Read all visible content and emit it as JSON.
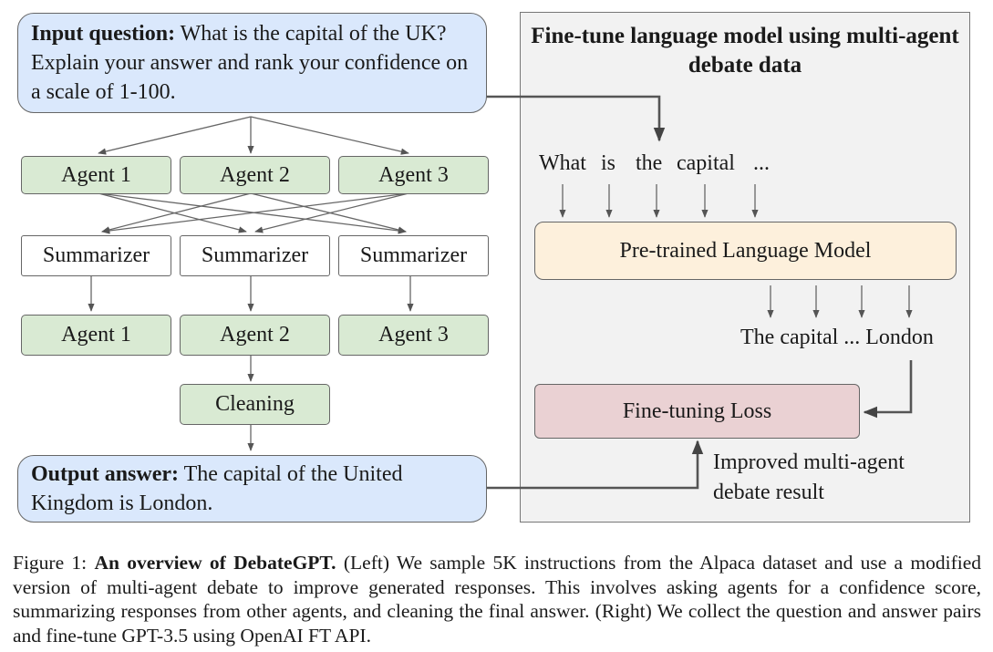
{
  "left": {
    "input_bold": "Input question:",
    "input_text": " What is the capital of the UK? Explain your answer and rank your confidence on a scale of 1-100.",
    "agents_row1": [
      "Agent 1",
      "Agent 2",
      "Agent 3"
    ],
    "summarizers": [
      "Summarizer",
      "Summarizer",
      "Summarizer"
    ],
    "agents_row2": [
      "Agent 1",
      "Agent 2",
      "Agent 3"
    ],
    "cleaning": "Cleaning",
    "output_bold": "Output answer:",
    "output_text": " The capital of the United Kingdom is London."
  },
  "right": {
    "title": "Fine-tune language model using multi-agent debate data",
    "tokens_in": [
      "What",
      "is",
      "the",
      "capital",
      "..."
    ],
    "plm": "Pre-trained Language Model",
    "output_tokens": "The capital ... London",
    "loss": "Fine-tuning Loss",
    "improved": "Improved multi-agent debate result"
  },
  "colors": {
    "agent": "#d9ead3",
    "io": "#dae8fc",
    "plm": "#fdf0dc",
    "loss": "#ead1d3",
    "panel": "#f2f2f2"
  },
  "caption": {
    "prefix": "Figure 1: ",
    "bold": "An overview of DebateGPT.",
    "text": " (Left) We sample 5K instructions from the Alpaca dataset and use a modified version of multi-agent debate to improve generated responses. This involves asking agents for a confidence score, summarizing responses from other agents, and cleaning the final answer. (Right) We collect the question and answer pairs and fine-tune GPT-3.5 using OpenAI FT API."
  }
}
